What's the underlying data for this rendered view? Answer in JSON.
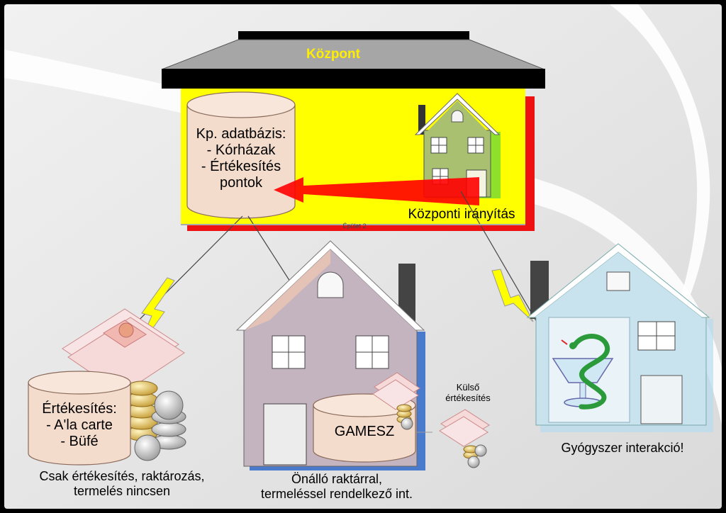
{
  "central": {
    "title": "Központ",
    "building_label": "Épület 2",
    "database_lines": [
      "Kp. adatbázis:",
      "- Kórházak",
      "- Értékesítés",
      "pontok"
    ],
    "control_label": "Központi irányítás"
  },
  "sales_point": {
    "database_lines": [
      "Értékesítés:",
      "- A'la carte",
      "- Büfé"
    ],
    "caption_lines": [
      "Csak értékesítés, raktározás,",
      "termelés nincsen"
    ]
  },
  "warehouse_unit": {
    "database_label": "GAMESZ",
    "caption_lines": [
      "Önálló raktárral,",
      "termeléssel rendelkező int."
    ]
  },
  "external_sales": {
    "label_lines": [
      "Külső",
      "értékesítés"
    ]
  },
  "pharmacy": {
    "caption": "Gyógyszer interakció!"
  },
  "colors": {
    "frame": "#000000",
    "background": "#e8e8e8",
    "center_fill": "#ffff00",
    "center_shadow": "#ee1111",
    "roof": "#a6a6a6",
    "title": "#ffee00",
    "arrow": "#ff0000",
    "database": "#f4dccc",
    "lightning": "#ffff00",
    "house_mauve": "#c4b4c0",
    "house_blue": "#c8e2ee"
  }
}
